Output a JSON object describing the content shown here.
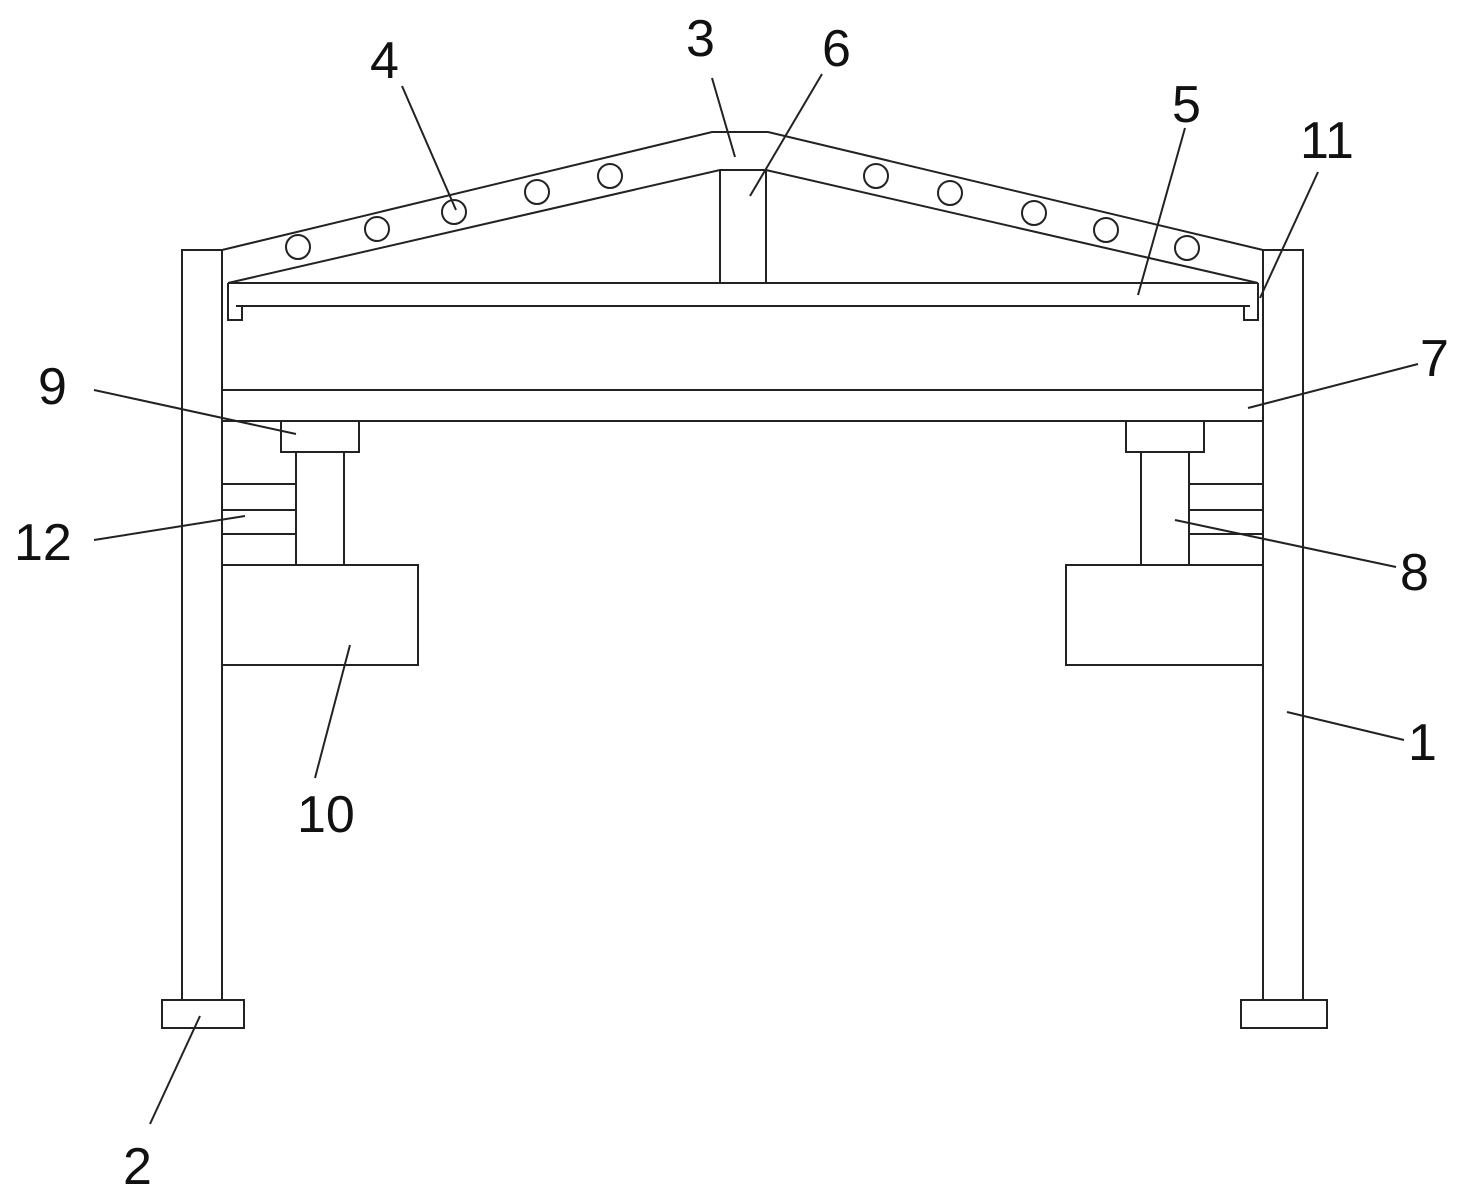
{
  "figure": {
    "labels": [
      {
        "id": "1",
        "text": "1"
      },
      {
        "id": "2",
        "text": "2"
      },
      {
        "id": "3",
        "text": "3"
      },
      {
        "id": "4",
        "text": "4"
      },
      {
        "id": "5",
        "text": "5"
      },
      {
        "id": "6",
        "text": "6"
      },
      {
        "id": "7",
        "text": "7"
      },
      {
        "id": "8",
        "text": "8"
      },
      {
        "id": "9",
        "text": "9"
      },
      {
        "id": "10",
        "text": "10"
      },
      {
        "id": "11",
        "text": "11"
      },
      {
        "id": "12",
        "text": "12"
      }
    ],
    "colors": {
      "line": "#222222",
      "background": "#ffffff"
    }
  }
}
